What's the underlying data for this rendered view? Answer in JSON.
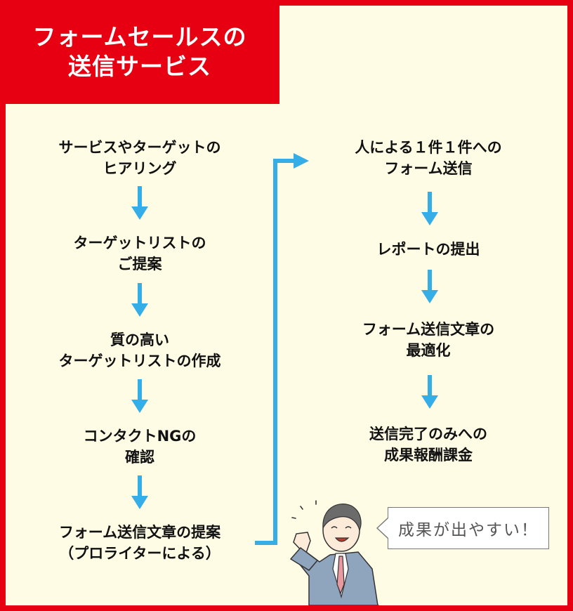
{
  "header": {
    "title_line1": "フォームセールスの",
    "title_line2": "送信サービス"
  },
  "flow_left": [
    {
      "line1": "サービスやターゲットの",
      "line2": "ヒアリング"
    },
    {
      "line1": "ターゲットリストの",
      "line2": "ご提案"
    },
    {
      "line1": "質の高い",
      "line2": "ターゲットリストの作成"
    },
    {
      "line1": "コンタクトNGの",
      "line2": "確認"
    },
    {
      "line1": "フォーム送信文章の提案",
      "line2": "（プロライターによる）"
    }
  ],
  "flow_right": [
    {
      "line1": "人による１件１件への",
      "line2": "フォーム送信"
    },
    {
      "line1": "レポートの提出",
      "line2": ""
    },
    {
      "line1": "フォーム送信文章の",
      "line2": "最適化"
    },
    {
      "line1": "送信完了のみへの",
      "line2": "成果報酬課金"
    }
  ],
  "speech_bubble": {
    "text": "成果が出やすい！"
  },
  "colors": {
    "brand_red": "#e60012",
    "arrow_blue": "#35ade6",
    "background": "#fffce6"
  }
}
